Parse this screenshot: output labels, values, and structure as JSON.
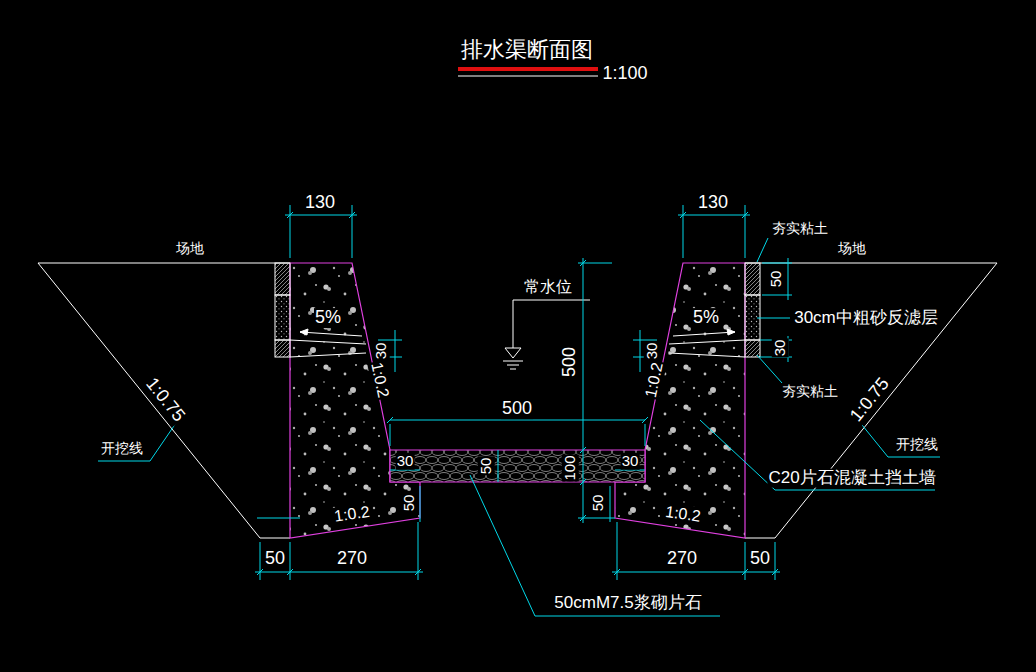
{
  "diagram": {
    "title": "排水渠断面图",
    "labels": [
      "1:100",
      "130",
      "130",
      "场地",
      "场地",
      "夯实粘土",
      "30cm中粗砂反滤层",
      "夯实粘土",
      "5%",
      "5%",
      "30",
      "30",
      "30",
      "50",
      "1:0.2",
      "1:0.2",
      "常水位",
      "500",
      "500",
      "30",
      "50",
      "100",
      "30",
      "50",
      "50",
      "1:0.2",
      "1:0.2",
      "1:0.75",
      "1:0.75",
      "开挖线",
      "开挖线",
      "C20片石混凝土挡土墙",
      "50",
      "270",
      "270",
      "50",
      "50cmM7.5浆砌片石"
    ]
  }
}
